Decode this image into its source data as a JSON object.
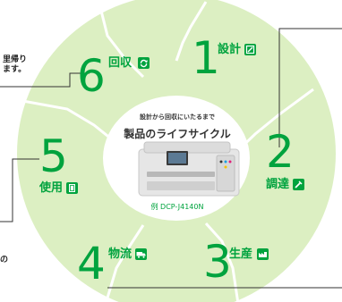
{
  "center": {
    "subtitle": "設計から回収にいたるまで",
    "title": "製品のライフサイクル",
    "model": "例 DCP-J4140N"
  },
  "stages": [
    {
      "number": "1",
      "label": "設計",
      "icon": "design-icon"
    },
    {
      "number": "2",
      "label": "調達",
      "icon": "procurement-icon"
    },
    {
      "number": "3",
      "label": "生産",
      "icon": "factory-icon"
    },
    {
      "number": "4",
      "label": "物流",
      "icon": "truck-icon"
    },
    {
      "number": "5",
      "label": "使用",
      "icon": "document-icon"
    },
    {
      "number": "6",
      "label": "回収",
      "icon": "recycle-icon"
    }
  ],
  "snippets": {
    "top_left_line1": "里帰り",
    "top_left_line2": "ます。",
    "bottom_left": "の"
  },
  "colors": {
    "accent": "#00A33E",
    "ring": "#DCEFC2",
    "separator": "#FFFFFF",
    "callout_line": "#333333"
  }
}
